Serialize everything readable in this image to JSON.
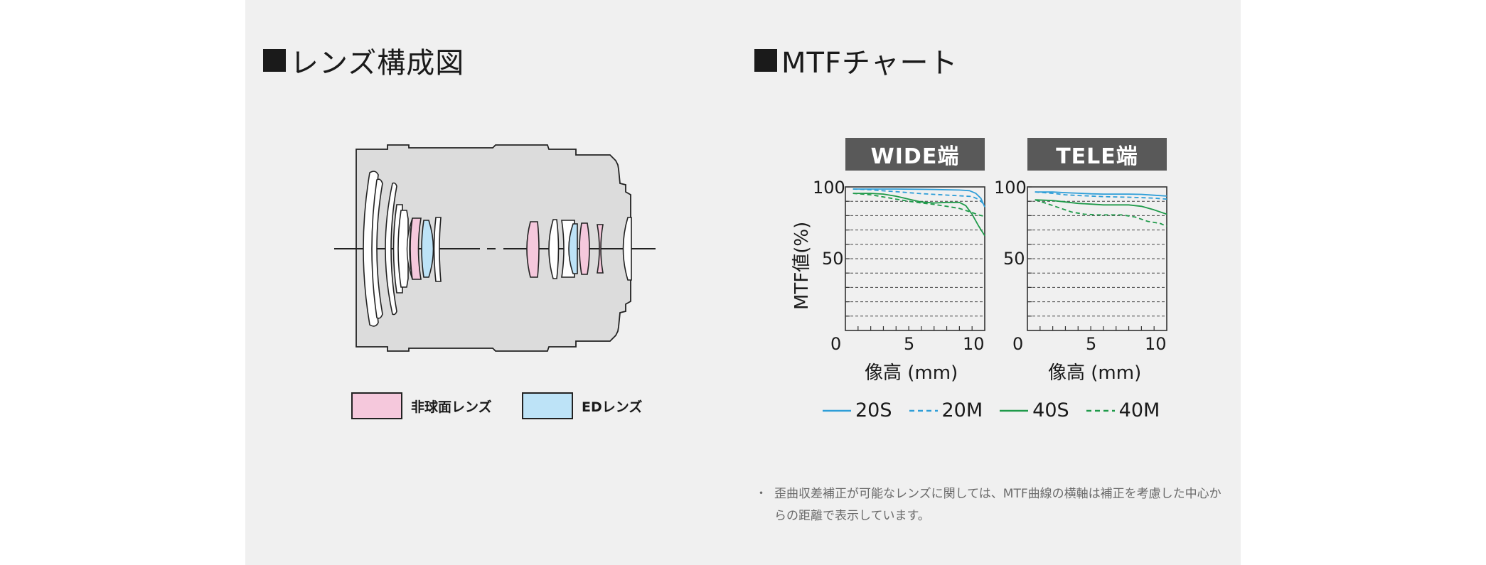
{
  "page": {
    "lens_heading": "レンズ構成図",
    "mtf_heading": "MTFチャート",
    "note_bullet": "・",
    "note_text": "歪曲収差補正が可能なレンズに関しては、MTF曲線の横軸は補正を考慮した中心からの距離で表示しています。"
  },
  "lens_legend": {
    "aspherical_label": "非球面レンズ",
    "ed_label": "EDレンズ",
    "aspherical_color": "#f5c8dc",
    "ed_color": "#bde3f7"
  },
  "colors": {
    "s20": "#2e9ed8",
    "s40": "#1f9a4a",
    "title_bg": "#595959"
  },
  "chart_data": [
    {
      "type": "line",
      "title": "WIDE端",
      "xlabel": "像高 (mm)",
      "ylabel": "MTF値(%)",
      "xlim": [
        0,
        11
      ],
      "ylim": [
        0,
        100
      ],
      "xticks": [
        0,
        5,
        10
      ],
      "yticks": [
        50,
        100
      ],
      "grid": "dashed horizontal every 10",
      "series": [
        {
          "name": "20S",
          "style": "solid",
          "color": "#2e9ed8",
          "x": [
            0.6,
            2,
            4,
            6,
            7,
            8,
            9,
            9.8,
            10.3,
            10.7,
            11
          ],
          "y": [
            98.5,
            98.5,
            98.5,
            98.3,
            98.2,
            98,
            97.8,
            97.4,
            95.5,
            92,
            86
          ]
        },
        {
          "name": "20M",
          "style": "dashed",
          "color": "#2e9ed8",
          "x": [
            0.6,
            2,
            3,
            4,
            5,
            6,
            7,
            8,
            9,
            10,
            10.6,
            11
          ],
          "y": [
            98.5,
            98,
            97.3,
            96.7,
            96,
            95.3,
            94.8,
            94.3,
            93.8,
            93.3,
            91,
            87
          ]
        },
        {
          "name": "40S",
          "style": "solid",
          "color": "#1f9a4a",
          "x": [
            0.6,
            2,
            3,
            4,
            5,
            6,
            7,
            8,
            9,
            9.5,
            10,
            10.5,
            11
          ],
          "y": [
            95.5,
            95.5,
            95,
            93.5,
            91.5,
            89.5,
            88.8,
            89.2,
            89.2,
            87,
            81,
            73,
            66
          ]
        },
        {
          "name": "40M",
          "style": "dashed",
          "color": "#1f9a4a",
          "x": [
            0.6,
            2,
            3,
            4,
            5,
            6,
            7,
            8,
            9,
            10,
            10.5,
            11
          ],
          "y": [
            95.5,
            94.5,
            93,
            91.5,
            90,
            88.8,
            87.8,
            86.5,
            85,
            82.2,
            80.5,
            79.5
          ]
        }
      ]
    },
    {
      "type": "line",
      "title": "TELE端",
      "xlabel": "像高 (mm)",
      "ylabel": "",
      "xlim": [
        0,
        11
      ],
      "ylim": [
        0,
        100
      ],
      "xticks": [
        0,
        5,
        10
      ],
      "yticks": [
        50,
        100
      ],
      "grid": "dashed horizontal every 10",
      "series": [
        {
          "name": "20S",
          "style": "solid",
          "color": "#2e9ed8",
          "x": [
            0.6,
            2,
            3,
            4,
            5,
            6,
            7,
            8,
            9,
            10,
            11
          ],
          "y": [
            96.5,
            96.5,
            96,
            95.6,
            95.2,
            95,
            95,
            95,
            94.8,
            94.2,
            93.6
          ]
        },
        {
          "name": "20M",
          "style": "dashed",
          "color": "#2e9ed8",
          "x": [
            0.6,
            2,
            3,
            4,
            5,
            6,
            7,
            8,
            9,
            10,
            11
          ],
          "y": [
            96.5,
            95.5,
            94.5,
            94,
            93.6,
            93.2,
            93,
            92.8,
            92.5,
            92.2,
            91.5
          ]
        },
        {
          "name": "40S",
          "style": "solid",
          "color": "#1f9a4a",
          "x": [
            0.6,
            2,
            3,
            4,
            5,
            6,
            7,
            8,
            9,
            10,
            11
          ],
          "y": [
            91,
            90.5,
            89.5,
            88.5,
            88,
            87.5,
            87.5,
            87.5,
            86.5,
            84,
            81
          ]
        },
        {
          "name": "40M",
          "style": "dashed",
          "color": "#1f9a4a",
          "x": [
            0.6,
            1.5,
            2.5,
            3.5,
            4.5,
            5.5,
            6.5,
            7.5,
            8.5,
            9.5,
            10.5,
            11
          ],
          "y": [
            91,
            88.5,
            85.5,
            82.5,
            81,
            80.5,
            80.5,
            80.5,
            79,
            76,
            74.5,
            72.5
          ]
        }
      ]
    }
  ]
}
